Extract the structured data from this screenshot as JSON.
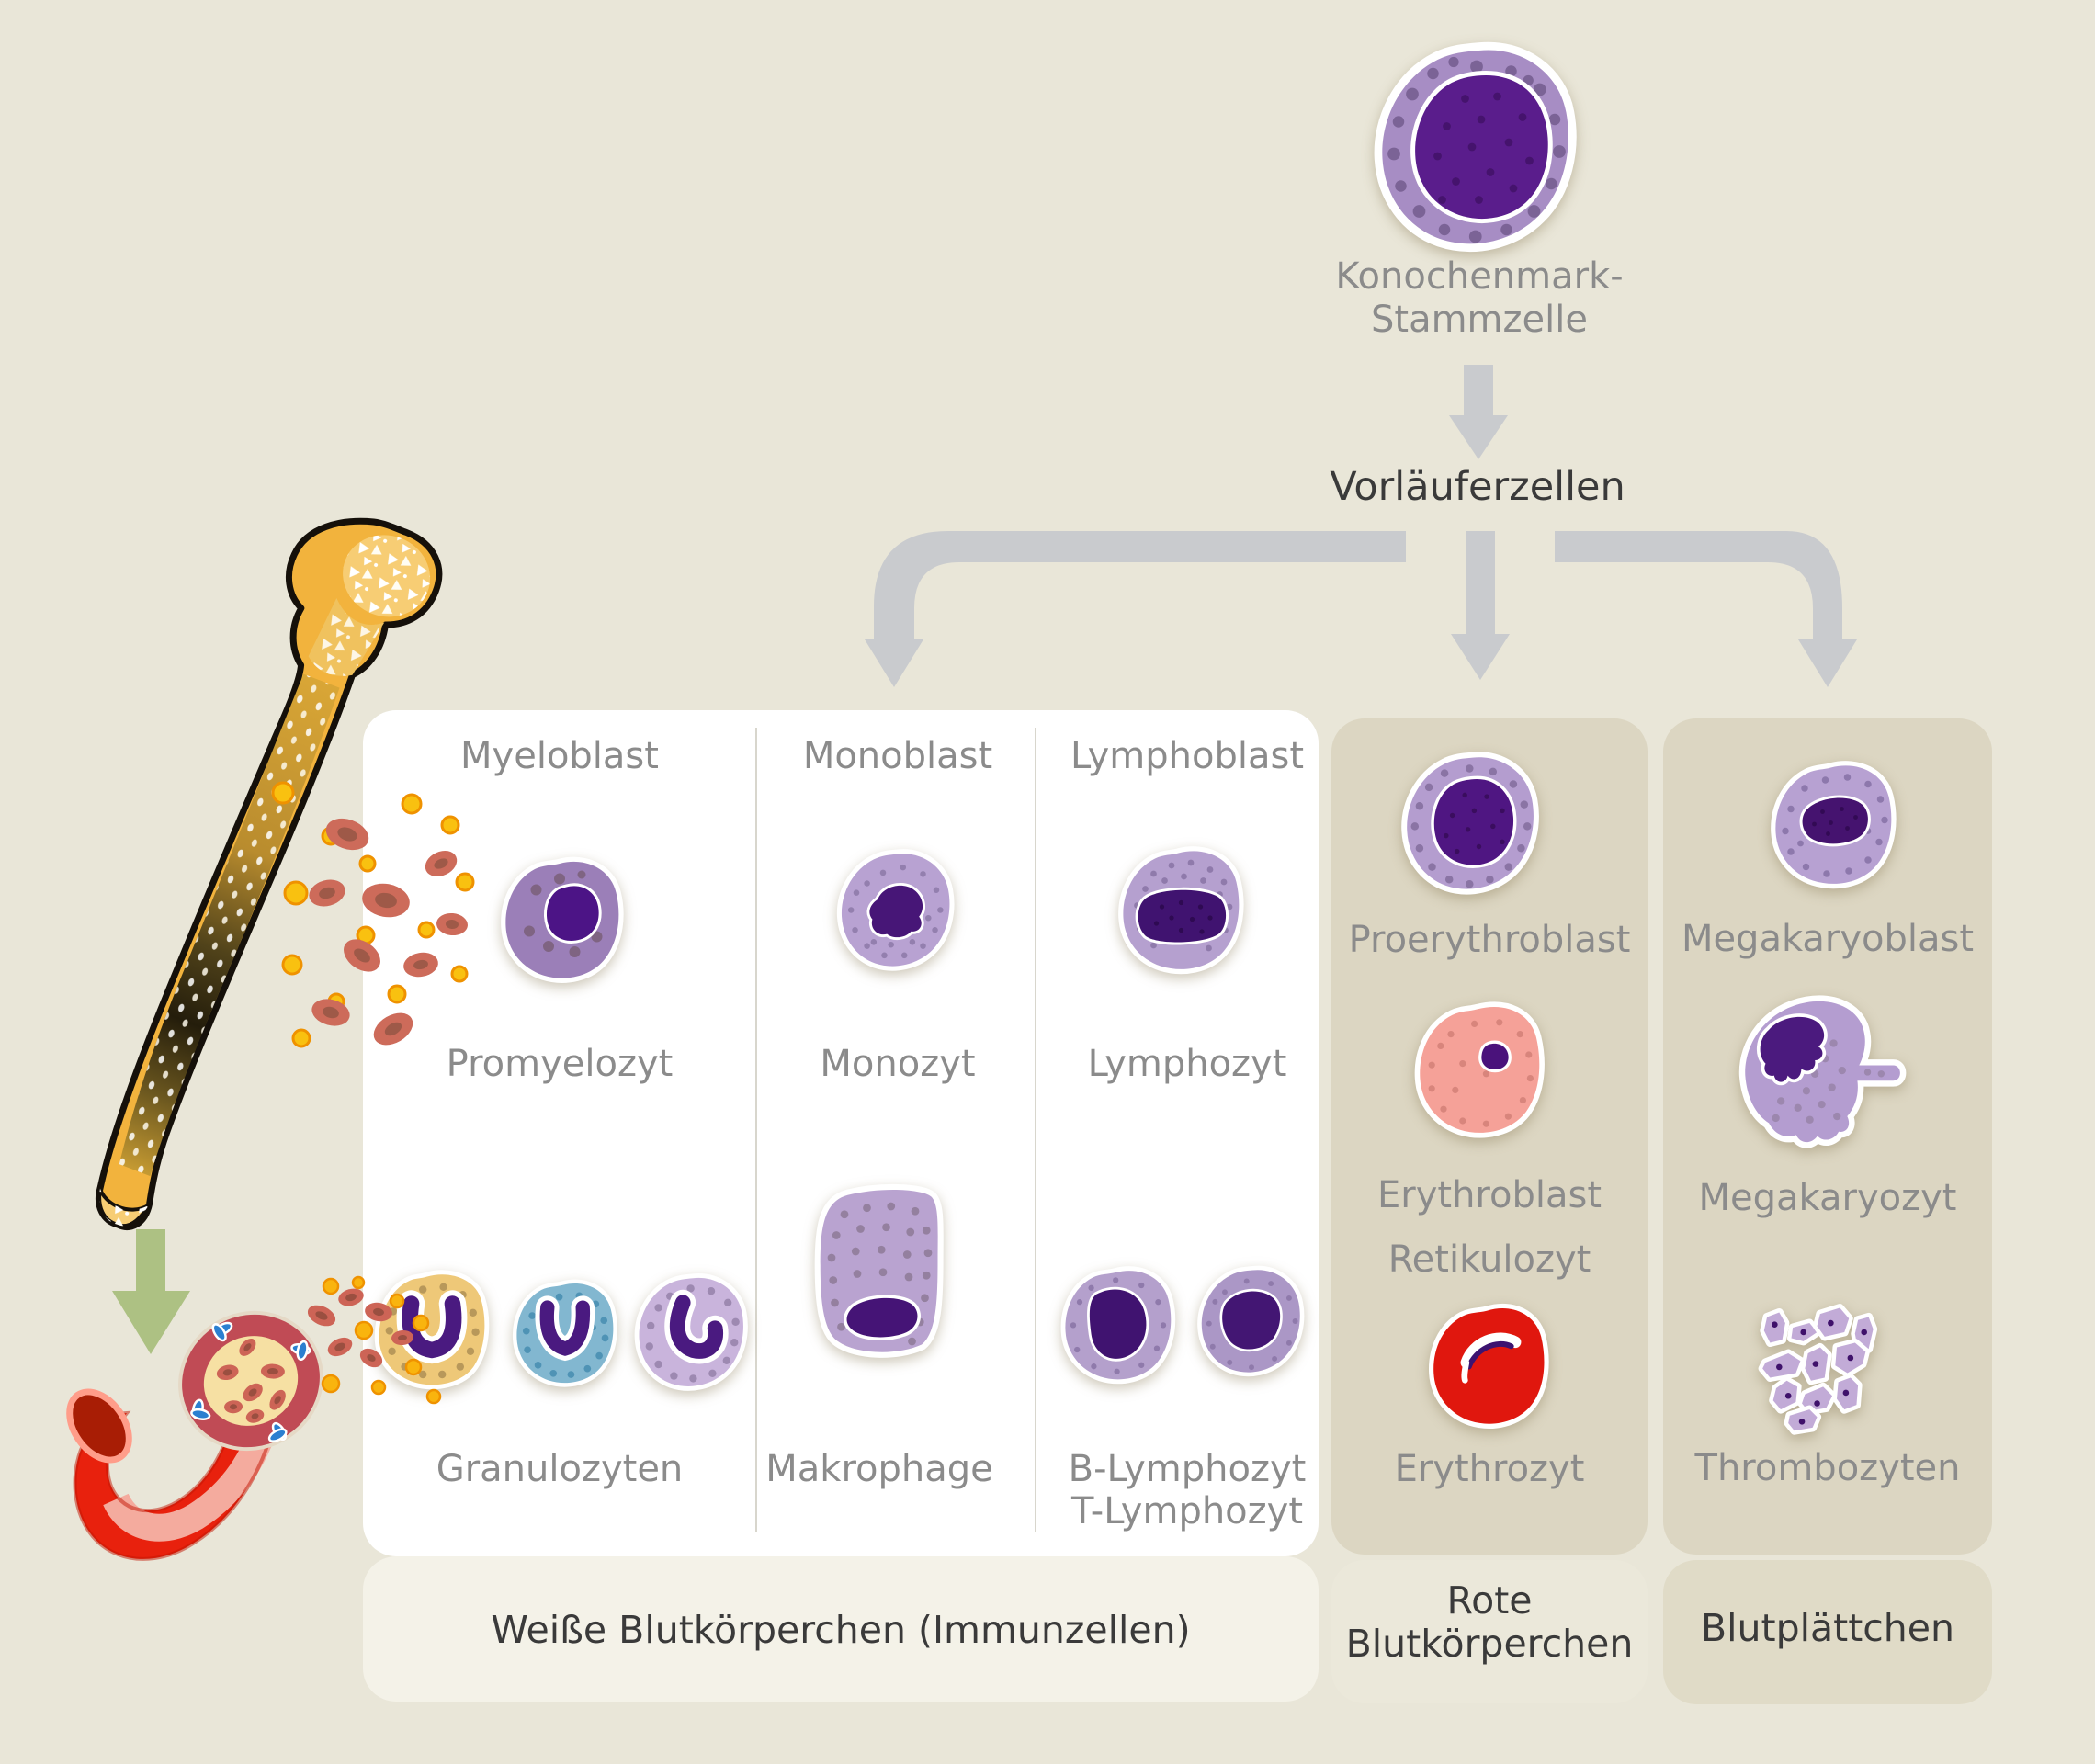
{
  "stem_cell": {
    "label_line1": "Konochenmark-",
    "label_line2": "Stammzelle"
  },
  "precursor_label": "Vorläuferzellen",
  "white_panel": {
    "headers": [
      "Myeloblast",
      "Monoblast",
      "Lymphoblast"
    ],
    "stage2": [
      "Promyelozyt",
      "Monozyt",
      "Lymphozyt"
    ],
    "stage3": [
      "Granulozyten",
      "Makrophage",
      "B-Lymphozyt",
      "T-Lymphozyt"
    ],
    "footer": "Weiße Blutkörperchen (Immunzellen)"
  },
  "red_panel": {
    "stages": [
      "Proerythroblast",
      "Erythroblast",
      "Retikulozyt",
      "Erythrozyt"
    ],
    "footer_line1": "Rote",
    "footer_line2": "Blutkörperchen"
  },
  "platelet_panel": {
    "stages": [
      "Megakaryoblast",
      "Megakaryozyt",
      "Thrombozyten"
    ],
    "footer": "Blutplättchen"
  },
  "palette": {
    "bg": "#e9e6d8",
    "panel-white": "#ffffff",
    "band-white": "#f4f2e8",
    "panel-tan": "#dcd6c2",
    "band-mid": "#ebe8da",
    "band-right": "#e0dbc7",
    "divider": "#d8d6cd",
    "arrow": "#c9cbce",
    "green": "#adc183",
    "txt-gray": "#8b8b8b",
    "txt-dark": "#3a3a3a",
    "cell-purple": "#9b7fb8",
    "cell-light-purple": "#b7a1d2",
    "nucleus-purple": "#4b1a80",
    "erythroblast-pink": "#f5a198",
    "erythrocyte-red": "#e0170e",
    "granulocyte-yellow": "#eec878",
    "granulocyte-blue": "#82b7d0",
    "granulocyte-lavender": "#c9b4dc",
    "bone-gold": "#f2b33d",
    "vessel-red": "#e8210d"
  }
}
